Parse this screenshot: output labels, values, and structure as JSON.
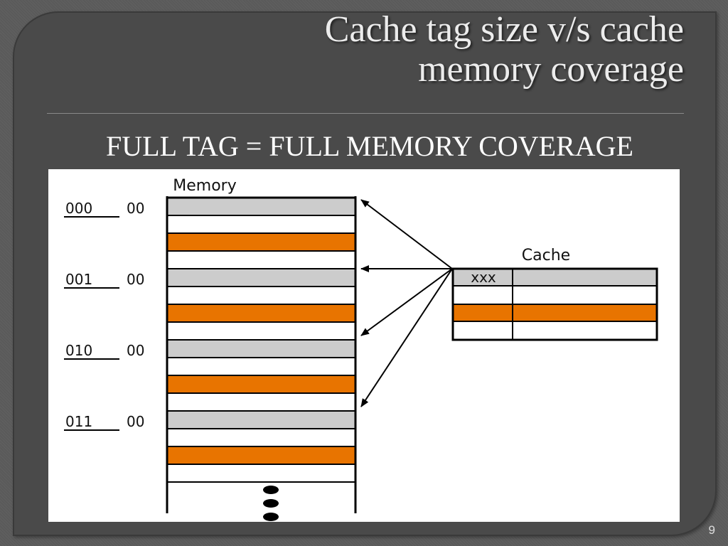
{
  "slide": {
    "title_line1": "Cache tag size v/s cache",
    "title_line2": "memory coverage",
    "subtitle": "FULL TAG = FULL MEMORY COVERAGE",
    "page_number": "9"
  },
  "diagram": {
    "memory_label": "Memory",
    "cache_label": "Cache",
    "cache_tag": "xxx",
    "address_labels": [
      {
        "tag": "000",
        "offset": "00"
      },
      {
        "tag": "001",
        "offset": "00"
      },
      {
        "tag": "010",
        "offset": "00"
      },
      {
        "tag": "011",
        "offset": "00"
      }
    ],
    "colors": {
      "highlight": "#e87400",
      "shaded": "#cccccc",
      "line": "#000000"
    }
  }
}
